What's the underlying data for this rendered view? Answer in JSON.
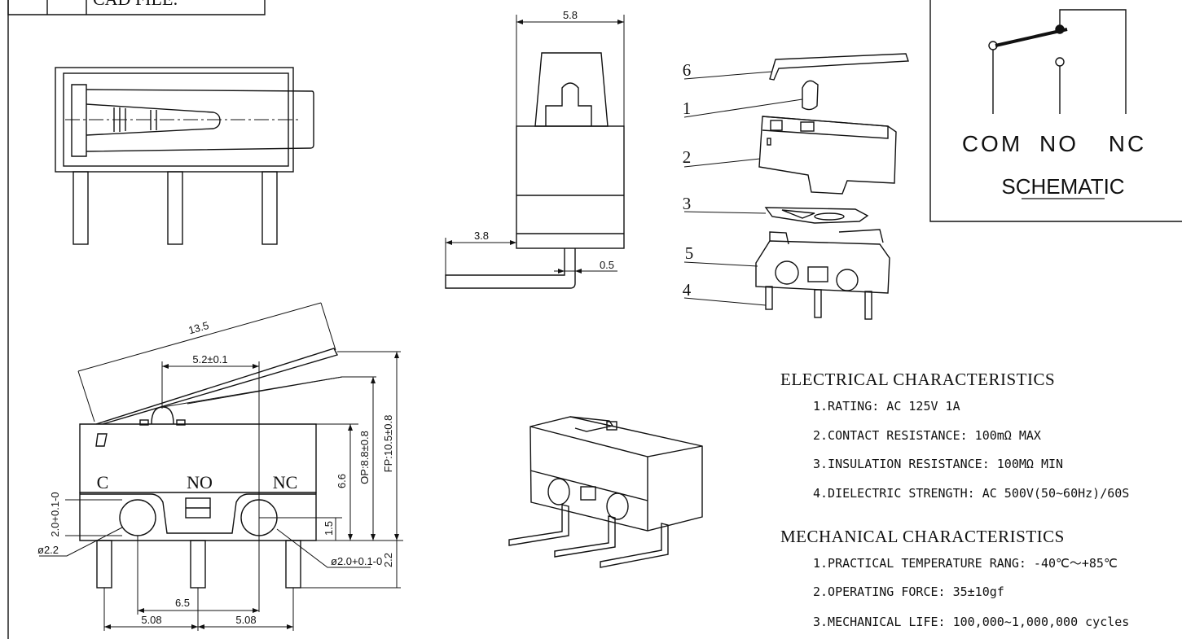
{
  "title_block": {
    "cad_file": "CAD FILE:"
  },
  "top_view": {},
  "side_view": {
    "dims": {
      "width": "5.8",
      "lead_offset": "3.8",
      "lead_thickness": "0.5"
    }
  },
  "front_view": {
    "terminals": {
      "c": "C",
      "no": "NO",
      "nc": "NC"
    },
    "dims": {
      "lever": "13.5",
      "actuator_pos": "5.2±0.1",
      "op": "OP:8.8±0.8",
      "fp": "FP:10.5±0.8",
      "body_height": "6.6",
      "hole_height": "1.5",
      "pin_length": "2.2",
      "hole_left_tol": "2.0+0.1-0",
      "hole_left_dia": "ø2.2",
      "hole_right_dia": "ø2.0+0.1-0",
      "hole_spacing": "6.5",
      "pitch_left": "5.08",
      "pitch_right": "5.08"
    }
  },
  "exploded": {
    "callouts": [
      "6",
      "1",
      "2",
      "3",
      "5",
      "4"
    ]
  },
  "schematic": {
    "com": "COM",
    "no": "NO",
    "nc": "NC",
    "title": "SCHEMATIC"
  },
  "electrical": {
    "heading": "ELECTRICAL CHARACTERISTICS",
    "items": [
      "1.RATING: AC 125V 1A",
      "2.CONTACT RESISTANCE: 100mΩ MAX",
      "3.INSULATION RESISTANCE: 100MΩ MIN",
      "4.DIELECTRIC STRENGTH: AC 500V(50~60Hz)/60S"
    ]
  },
  "mechanical": {
    "heading": "MECHANICAL CHARACTERISTICS",
    "items": [
      "1.PRACTICAL TEMPERATURE RANG: -40℃～+85℃",
      "2.OPERATING FORCE: 35±10gf",
      "3.MECHANICAL LIFE: 100,000~1,000,000 cycles"
    ]
  }
}
